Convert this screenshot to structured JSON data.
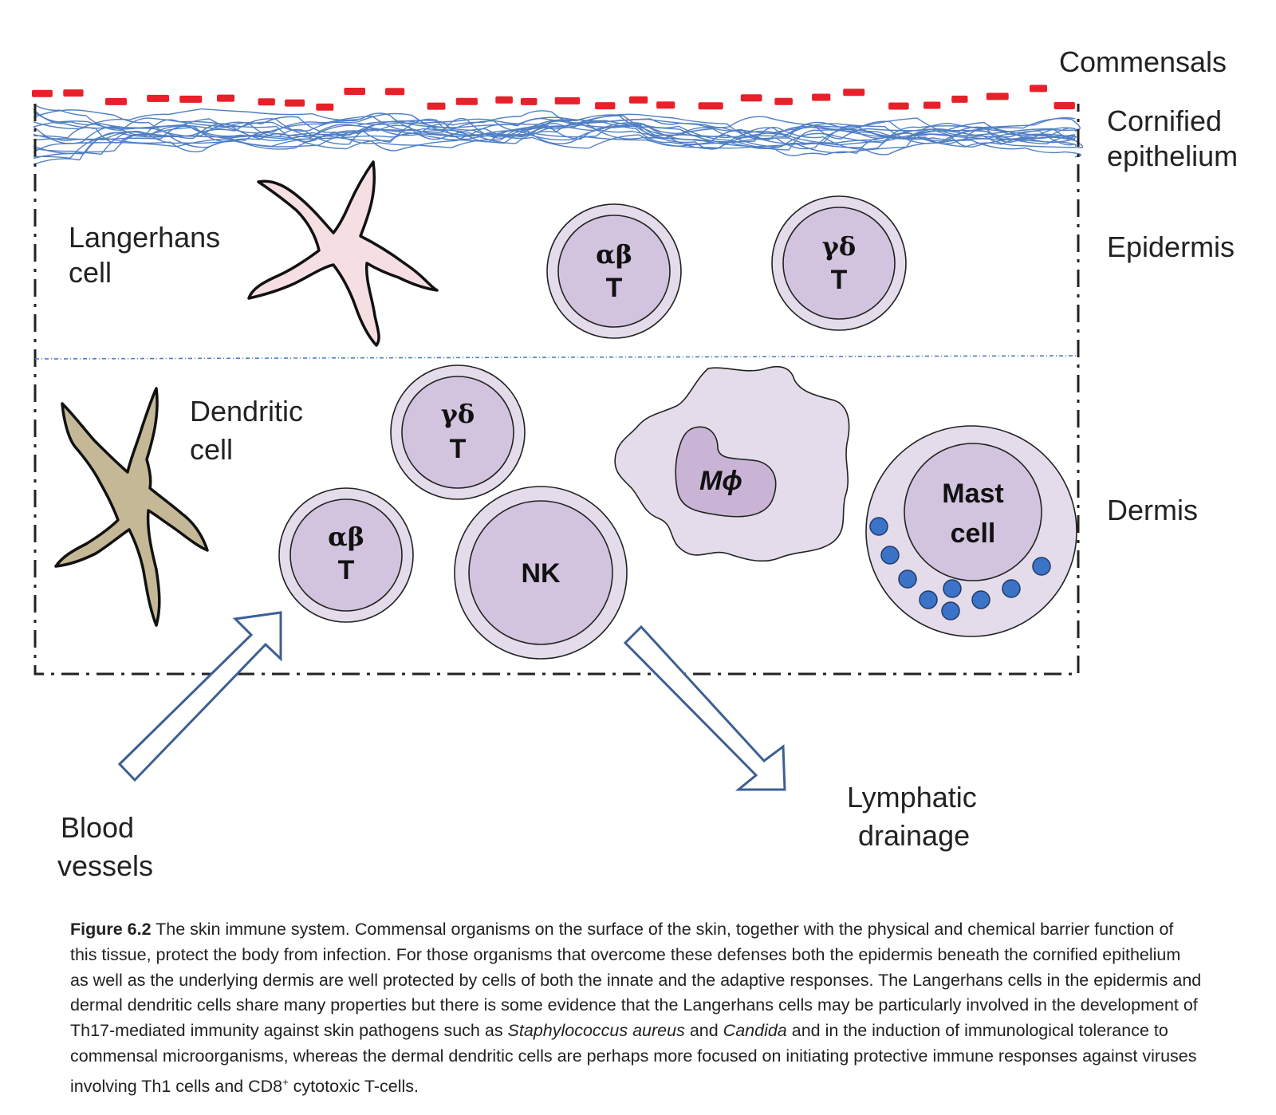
{
  "labels": {
    "commensals": "Commensals",
    "cornified_line1": "Cornified",
    "cornified_line2": "epithelium",
    "epidermis": "Epidermis",
    "dermis": "Dermis",
    "langerhans_line1": "Langerhans",
    "langerhans_line2": "cell",
    "dendritic_line1": "Dendritic",
    "dendritic_line2": "cell",
    "blood_line1": "Blood",
    "blood_line2": "vessels",
    "lymph_line1": "Lymphatic",
    "lymph_line2": "drainage"
  },
  "cells": {
    "ab_t_epi": {
      "top": "αβ",
      "bottom": "T"
    },
    "gd_t_epi": {
      "top": "γδ",
      "bottom": "T"
    },
    "gd_t_derm": {
      "top": "γδ",
      "bottom": "T"
    },
    "ab_t_derm": {
      "top": "αβ",
      "bottom": "T"
    },
    "nk": "NK",
    "macrophage": "Mϕ",
    "mast_line1": "Mast",
    "mast_line2": "cell"
  },
  "caption": {
    "figure_label": "Figure 6.2",
    "text_a": " The skin immune system. Commensal organisms on the surface of the skin, together with the physical and chemical barrier function of this tissue, protect the body from infection. For those organisms that overcome these defenses both the epidermis beneath the cornified epithelium as well as the underlying dermis are well protected by cells of both the innate and the adaptive responses. The Langerhans cells in the epidermis and dermal dendritic cells share many properties but there is some evidence that the Langerhans cells may be particularly involved in the development of Th17-mediated immunity against skin pathogens such as ",
    "italic_a": "Staphylococcus aureus",
    "text_b": " and ",
    "italic_b": "Candida",
    "text_c": " and in the induction of immunological tolerance to commensal microorganisms, whereas the dermal dendritic cells are perhaps more focused on initiating protective immune responses against viruses involving Th1 cells and CD8",
    "superscript": "+",
    "text_d": " cytotoxic T-cells."
  },
  "colors": {
    "commensal": "#e8202a",
    "cornified": "#4f7fc4",
    "cell_fill": "#e4dcea",
    "cell_inner": "#d2c4de",
    "langerhans_fill": "#f6dfe2",
    "dendritic_fill": "#c4b896",
    "granule": "#3b73c8",
    "arrow": "#3c5f94"
  }
}
